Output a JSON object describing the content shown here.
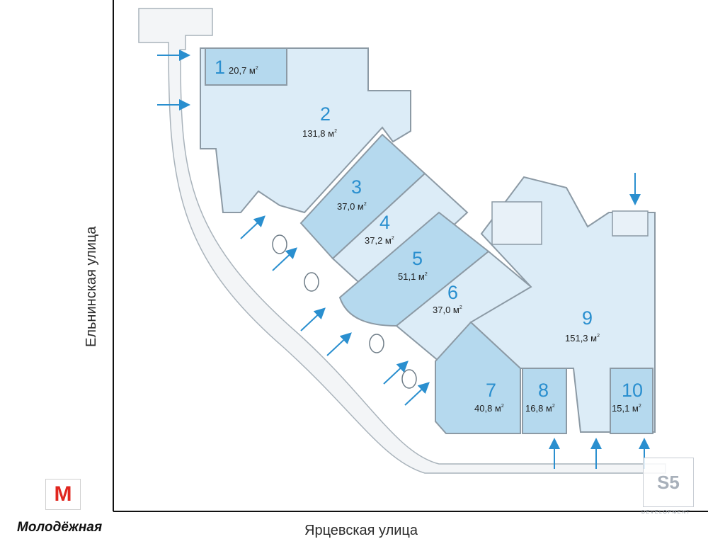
{
  "streets": {
    "left": "Ельнинская улица",
    "bottom": "Ярцевская улица"
  },
  "metro": {
    "letter": "М",
    "station": "Молодёжная",
    "color": "#e0261f"
  },
  "logo": {
    "mark": "S5",
    "subtitle": "DEVELOPMENT"
  },
  "colors": {
    "room_light": "#dcecf7",
    "room_dark": "#b5d9ee",
    "wall": "#8c9aa5",
    "arrow": "#2a8fcf",
    "number": "#2a8fcf"
  },
  "rooms": [
    {
      "number": "1",
      "area": "20,7 м",
      "unit_sup": "2",
      "shade": "dark"
    },
    {
      "number": "2",
      "area": "131,8 м",
      "unit_sup": "2",
      "shade": "light"
    },
    {
      "number": "3",
      "area": "37,0 м",
      "unit_sup": "2",
      "shade": "dark"
    },
    {
      "number": "4",
      "area": "37,2 м",
      "unit_sup": "2",
      "shade": "light"
    },
    {
      "number": "5",
      "area": "51,1 м",
      "unit_sup": "2",
      "shade": "dark"
    },
    {
      "number": "6",
      "area": "37,0 м",
      "unit_sup": "2",
      "shade": "light"
    },
    {
      "number": "7",
      "area": "40,8 м",
      "unit_sup": "2",
      "shade": "dark"
    },
    {
      "number": "8",
      "area": "16,8 м",
      "unit_sup": "2",
      "shade": "dark"
    },
    {
      "number": "9",
      "area": "151,3 м",
      "unit_sup": "2",
      "shade": "light"
    },
    {
      "number": "10",
      "area": "15,1 м",
      "unit_sup": "2",
      "shade": "dark"
    }
  ],
  "entrance_arrows": {
    "count": 12,
    "icon": "arrow-icon"
  }
}
